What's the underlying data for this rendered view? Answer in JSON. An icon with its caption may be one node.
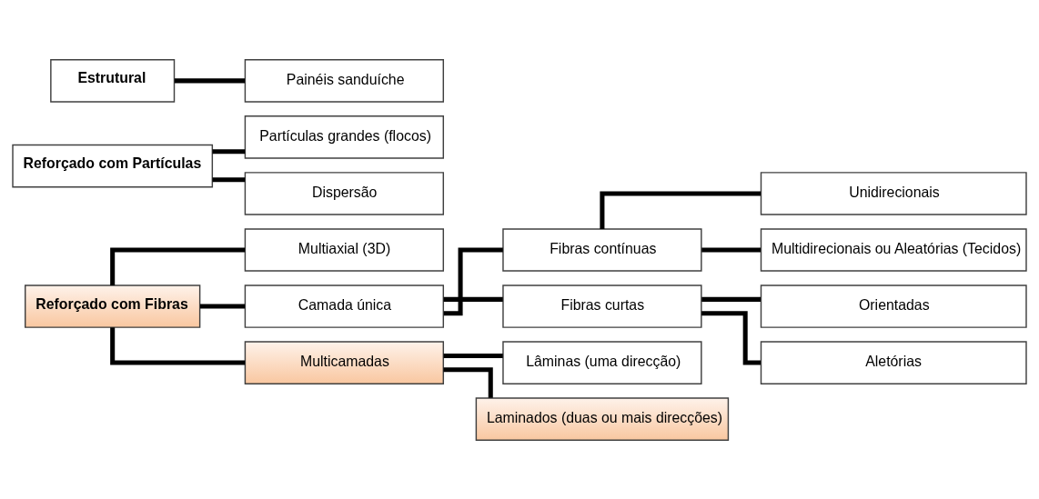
{
  "diagram": {
    "nodes": [
      {
        "text": [
          "Reforçado com Fibras"
        ]
      },
      {
        "text": [
          "Multiaxial (3D)"
        ]
      },
      {
        "text": [
          "Camada única"
        ]
      },
      {
        "text": [
          "Multicamadas"
        ]
      },
      {
        "text": [
          "Fibras contínuas"
        ]
      },
      {
        "text": [
          "Fibras curtas"
        ]
      },
      {
        "text": [
          "Unidirecionais"
        ]
      },
      {
        "text": [
          "Multidirecionais ou Aleatórias (Tecidos)"
        ]
      },
      {
        "text": [
          "Orientadas"
        ]
      },
      {
        "text": [
          "Aletórias"
        ]
      },
      {
        "text": [
          "Lâminas (uma direcção)"
        ]
      },
      {
        "text": [
          "Laminados (duas ou mais direcções)"
        ]
      },
      {
        "text": [
          "Reforçado com Partículas"
        ]
      },
      {
        "text": [
          "Partículas grandes (flocos)"
        ]
      },
      {
        "text": [
          "Dispersão"
        ]
      },
      {
        "text": [
          "Estrutural"
        ]
      },
      {
        "text": [
          "Painéis sanduíche"
        ]
      }
    ],
    "edges": [
      {
        "from": 0,
        "to": 1,
        "arrow": "none"
      },
      {
        "from": 0,
        "to": 2,
        "arrow": "none"
      },
      {
        "from": 0,
        "to": 3,
        "arrow": "none"
      },
      {
        "from": 2,
        "to": 4,
        "arrow": "none"
      },
      {
        "from": 2,
        "to": 5,
        "arrow": "none"
      },
      {
        "from": 4,
        "to": 6,
        "arrow": "none"
      },
      {
        "from": 4,
        "to": 7,
        "arrow": "none"
      },
      {
        "from": 5,
        "to": 8,
        "arrow": "none"
      },
      {
        "from": 5,
        "to": 9,
        "arrow": "none"
      },
      {
        "from": 3,
        "to": 10,
        "arrow": "none"
      },
      {
        "from": 3,
        "to": 11,
        "arrow": "none"
      },
      {
        "from": 12,
        "to": 13,
        "arrow": "none"
      },
      {
        "from": 12,
        "to": 14,
        "arrow": "none"
      },
      {
        "from": 15,
        "to": 16,
        "arrow": "none"
      }
    ]
  }
}
